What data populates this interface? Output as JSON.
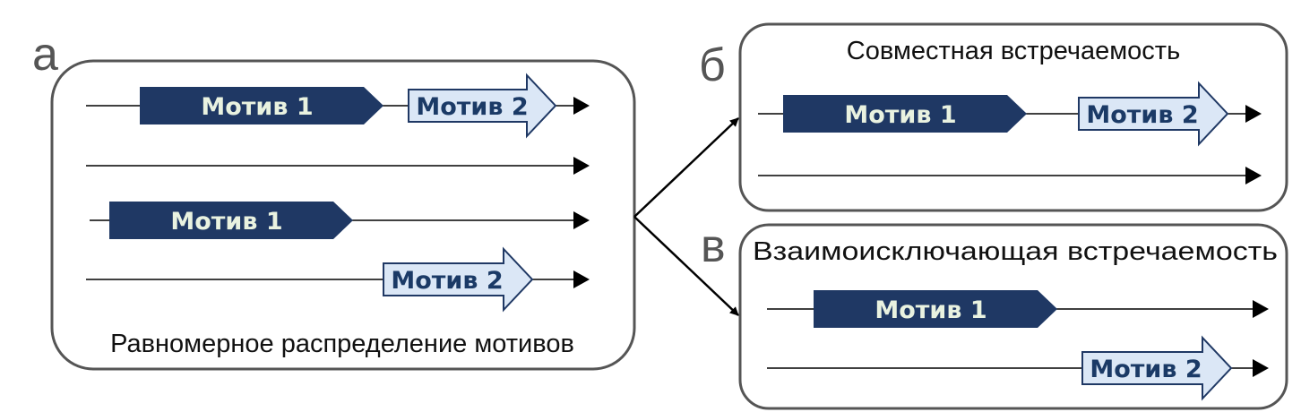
{
  "panels": {
    "a": {
      "letter": "а",
      "caption": "Равномерное распределение мотивов"
    },
    "b": {
      "letter": "б",
      "title": "Совместная встречаемость"
    },
    "c": {
      "letter": "в",
      "title": "Взаимоисключающая встречаемость"
    }
  },
  "motifs": {
    "motif1_label": "Мотив 1",
    "motif2_label": "Мотив 2"
  },
  "colors": {
    "motif1_fill": "#1f3864",
    "motif2_fill": "#dbe7f6",
    "motif2_stroke": "#1f3864",
    "box_stroke": "#555555",
    "line": "#000000"
  }
}
